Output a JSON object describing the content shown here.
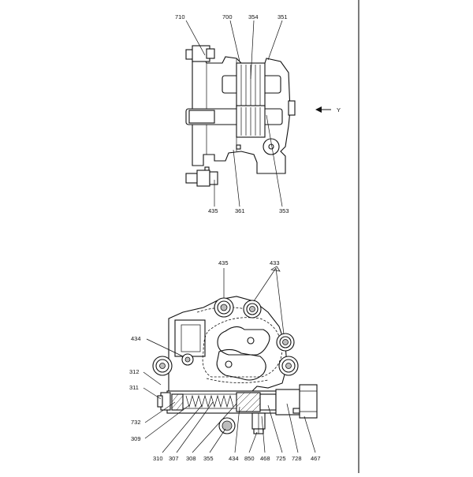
{
  "top_view": {
    "labels": {
      "l710": "710",
      "l700": "700",
      "l354": "354",
      "l351": "351",
      "l435": "435",
      "l361": "361",
      "l353": "353"
    },
    "direction_label": "Y"
  },
  "bottom_view": {
    "labels": {
      "l435": "435",
      "l433": "433",
      "l434a": "434",
      "l312": "312",
      "l311": "311",
      "l732": "732",
      "l309": "309",
      "l310": "310",
      "l307": "307",
      "l308": "308",
      "l355": "355",
      "l434b": "434",
      "l850": "850",
      "l468": "468",
      "l725": "725",
      "l728": "728",
      "l467": "467"
    }
  }
}
